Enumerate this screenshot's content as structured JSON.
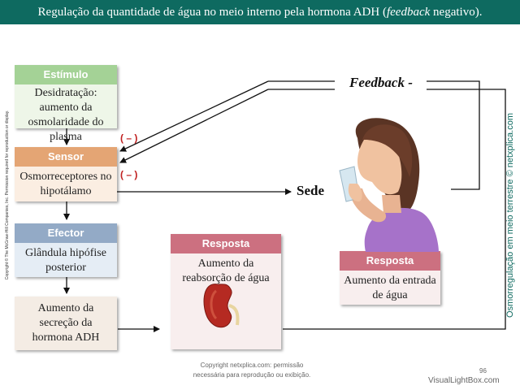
{
  "title": {
    "before": "Regulação da quantidade de água no meio interno pela hormona ADH (",
    "emphasis": "feedback",
    "after": " negativo)."
  },
  "stimulus": {
    "header": "Estímulo",
    "text": "Desidratação: aumento da osmolaridade do plasma"
  },
  "sensor": {
    "header": "Sensor",
    "text": "Osmorreceptores no hipotálamo"
  },
  "effector": {
    "header": "Efector",
    "text": "Glândula hipófise posterior"
  },
  "secretion": {
    "text": "Aumento da secreção da hormona ADH"
  },
  "response1": {
    "header": "Resposta",
    "text": "Aumento da reabsorção de água"
  },
  "response2": {
    "header": "Resposta",
    "text": "Aumento da entrada de água"
  },
  "feedback_label": "Feedback -",
  "thirst_label": "Sede",
  "minus_sign_1": "( – )",
  "minus_sign_2": "( – )",
  "side_credit": "Osmorregulação em meio terrestre © netxplica.com",
  "left_copyright": "Copyright © The McGraw-Hill Companies, Inc. Permission required for reproduction or display.",
  "bottom_copyright_1": "Copyright netxplica.com: permissão",
  "bottom_copyright_2": "necessária para reprodução ou exibição.",
  "slide_number": "96",
  "watermark": "VisualLightBox.com",
  "colors": {
    "title_bg": "#0e6a60",
    "stimulus_header": "#a4d296",
    "stimulus_body": "#eef6e8",
    "sensor_header": "#e4a574",
    "sensor_body": "#fbeee2",
    "effector_header": "#93aac6",
    "effector_body": "#e5edf5",
    "secretion_body": "#f4ece4",
    "response_header": "#cc7080",
    "response_body": "#f8eeee",
    "minus_color": "#c02020",
    "side_credit": "#0e6a60"
  }
}
